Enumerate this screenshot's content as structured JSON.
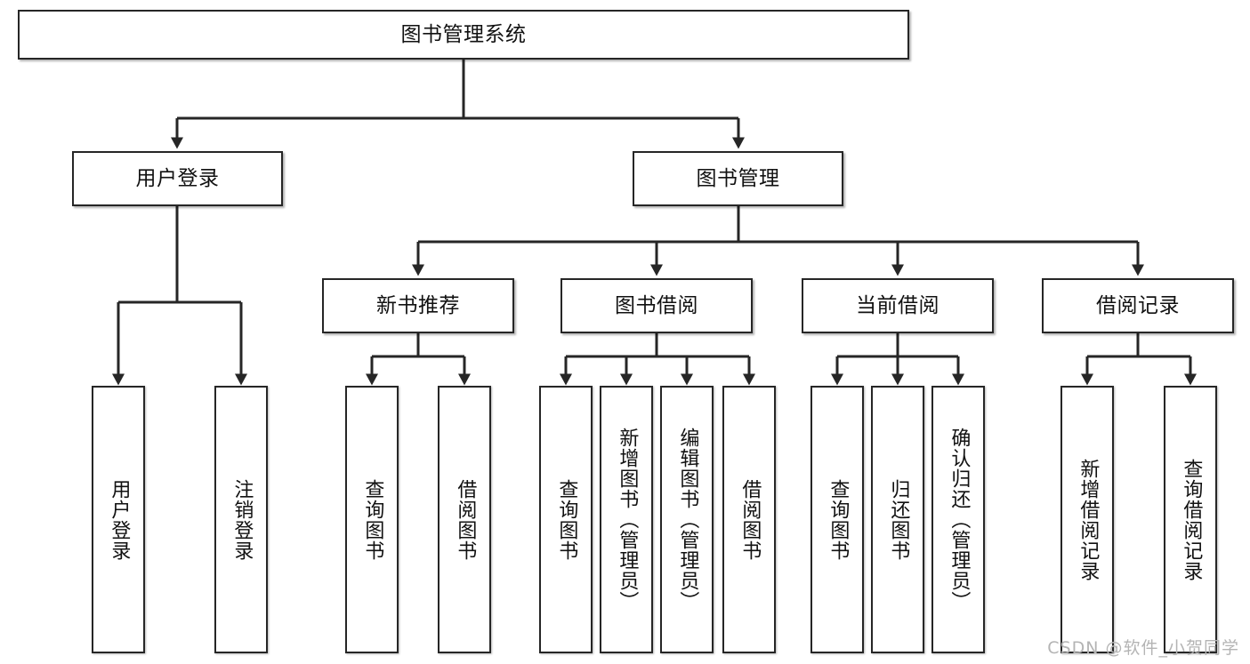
{
  "diagram": {
    "title": "图书管理系统",
    "watermark": "CSDN @软件_小贺同学",
    "line_color": "#262626",
    "box_fill": "#ffffff",
    "text_color": "#111111",
    "levels": {
      "root": {
        "label": "图书管理系统"
      },
      "level2": [
        {
          "id": "user-login",
          "label": "用户登录"
        },
        {
          "id": "book-manage",
          "label": "图书管理"
        }
      ],
      "level3": [
        {
          "id": "new-book-recommend",
          "label": "新书推荐",
          "parent": "book-manage"
        },
        {
          "id": "book-borrow",
          "label": "图书借阅",
          "parent": "book-manage"
        },
        {
          "id": "current-borrow",
          "label": "当前借阅",
          "parent": "book-manage"
        },
        {
          "id": "borrow-record",
          "label": "借阅记录",
          "parent": "book-manage"
        }
      ],
      "leaves": [
        {
          "id": "leaf-user-login",
          "label": "用户登录",
          "parent": "user-login"
        },
        {
          "id": "leaf-logout-login",
          "label": "注销登录",
          "parent": "user-login"
        },
        {
          "id": "leaf-query-book-1",
          "label": "查询图书",
          "parent": "new-book-recommend"
        },
        {
          "id": "leaf-borrow-book-1",
          "label": "借阅图书",
          "parent": "new-book-recommend"
        },
        {
          "id": "leaf-query-book-2",
          "label": "查询图书",
          "parent": "book-borrow"
        },
        {
          "id": "leaf-add-book",
          "label": "新增图书（管理员）",
          "parent": "book-borrow"
        },
        {
          "id": "leaf-edit-book",
          "label": "编辑图书（管理员）",
          "parent": "book-borrow"
        },
        {
          "id": "leaf-borrow-book-2",
          "label": "借阅图书",
          "parent": "book-borrow"
        },
        {
          "id": "leaf-query-book-3",
          "label": "查询图书",
          "parent": "current-borrow"
        },
        {
          "id": "leaf-return-book",
          "label": "归还图书",
          "parent": "current-borrow"
        },
        {
          "id": "leaf-confirm-return",
          "label": "确认归还（管理员）",
          "parent": "current-borrow"
        },
        {
          "id": "leaf-add-record",
          "label": "新增借阅记录",
          "parent": "borrow-record"
        },
        {
          "id": "leaf-query-record",
          "label": "查询借阅记录",
          "parent": "borrow-record"
        }
      ]
    }
  }
}
